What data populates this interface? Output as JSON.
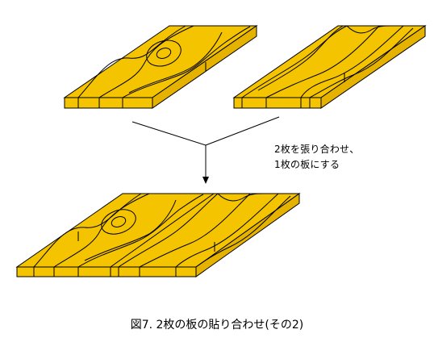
{
  "annotation": {
    "line1": "2枚を張り合わせ、",
    "line2": "1枚の板にする"
  },
  "caption": "図7. 2枚の板の貼り合わせ(その2)",
  "colors": {
    "wood": "#F5C400",
    "wood_side": "#E5B200",
    "line": "#000000",
    "background": "#FFFFFF"
  }
}
